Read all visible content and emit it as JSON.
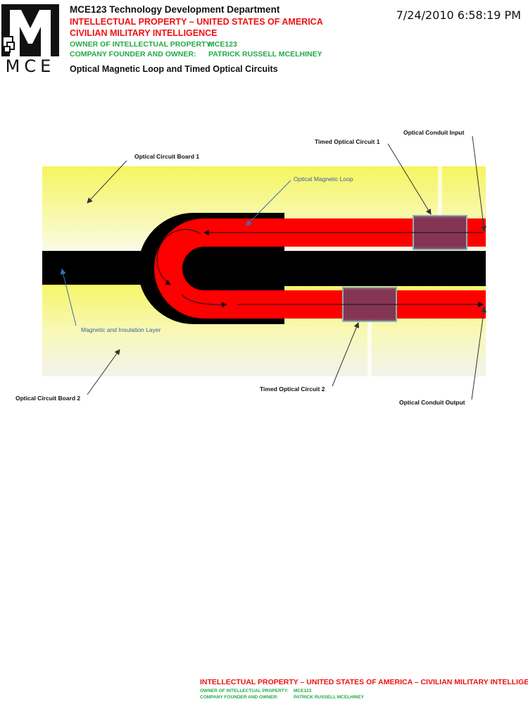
{
  "header": {
    "logo_text": "MCE",
    "title": "MCE123 Technology Development Department",
    "ip_line": "INTELLECTUAL PROPERTY – UNITED STATES OF AMERICA",
    "intel_line": "CIVILIAN MILITARY INTELLIGENCE",
    "owner_label": "OWNER OF INTELLECTUAL PROPERTY:",
    "owner_value": "MCE123",
    "founder_label": "COMPANY FOUNDER AND OWNER:",
    "founder_value": "PATRICK RUSSELL MCELHINEY",
    "subtitle": "Optical Magnetic Loop and Timed Optical Circuits",
    "timestamp": "7/24/2010 6:58:19 PM"
  },
  "diagram": {
    "labels": {
      "conduit_input": "Optical Conduit Input",
      "timed_circuit_1": "Timed Optical Circuit 1",
      "board_1": "Optical Circuit Board 1",
      "magnetic_loop": "Optical Magnetic Loop",
      "insulation_layer": "Magnetic and Insulation Layer",
      "timed_circuit_2": "Timed Optical Circuit 2",
      "board_2": "Optical Circuit Board 2",
      "conduit_output": "Optical Conduit Output"
    },
    "colors": {
      "board_yellow": "#f5f560",
      "conduit_red": "#ff0000",
      "insulation_black": "#000000",
      "timed_circuit": "#7a3a5a",
      "timed_circuit_border": "#8fb0b0",
      "label_blue": "#3a5fa8"
    }
  },
  "footer": {
    "ip_line": "INTELLECTUAL PROPERTY – UNITED STATES OF AMERICA – CIVILIAN MILITARY INTELLIGENCE",
    "owner_label": "OWNER OF INTELLECTUAL PROPERTY:",
    "owner_value": "MCE123",
    "founder_label": "COMPANY FOUNDER AND OWNER:",
    "founder_value": "PATRICK RUSSELL MCELHINEY"
  }
}
